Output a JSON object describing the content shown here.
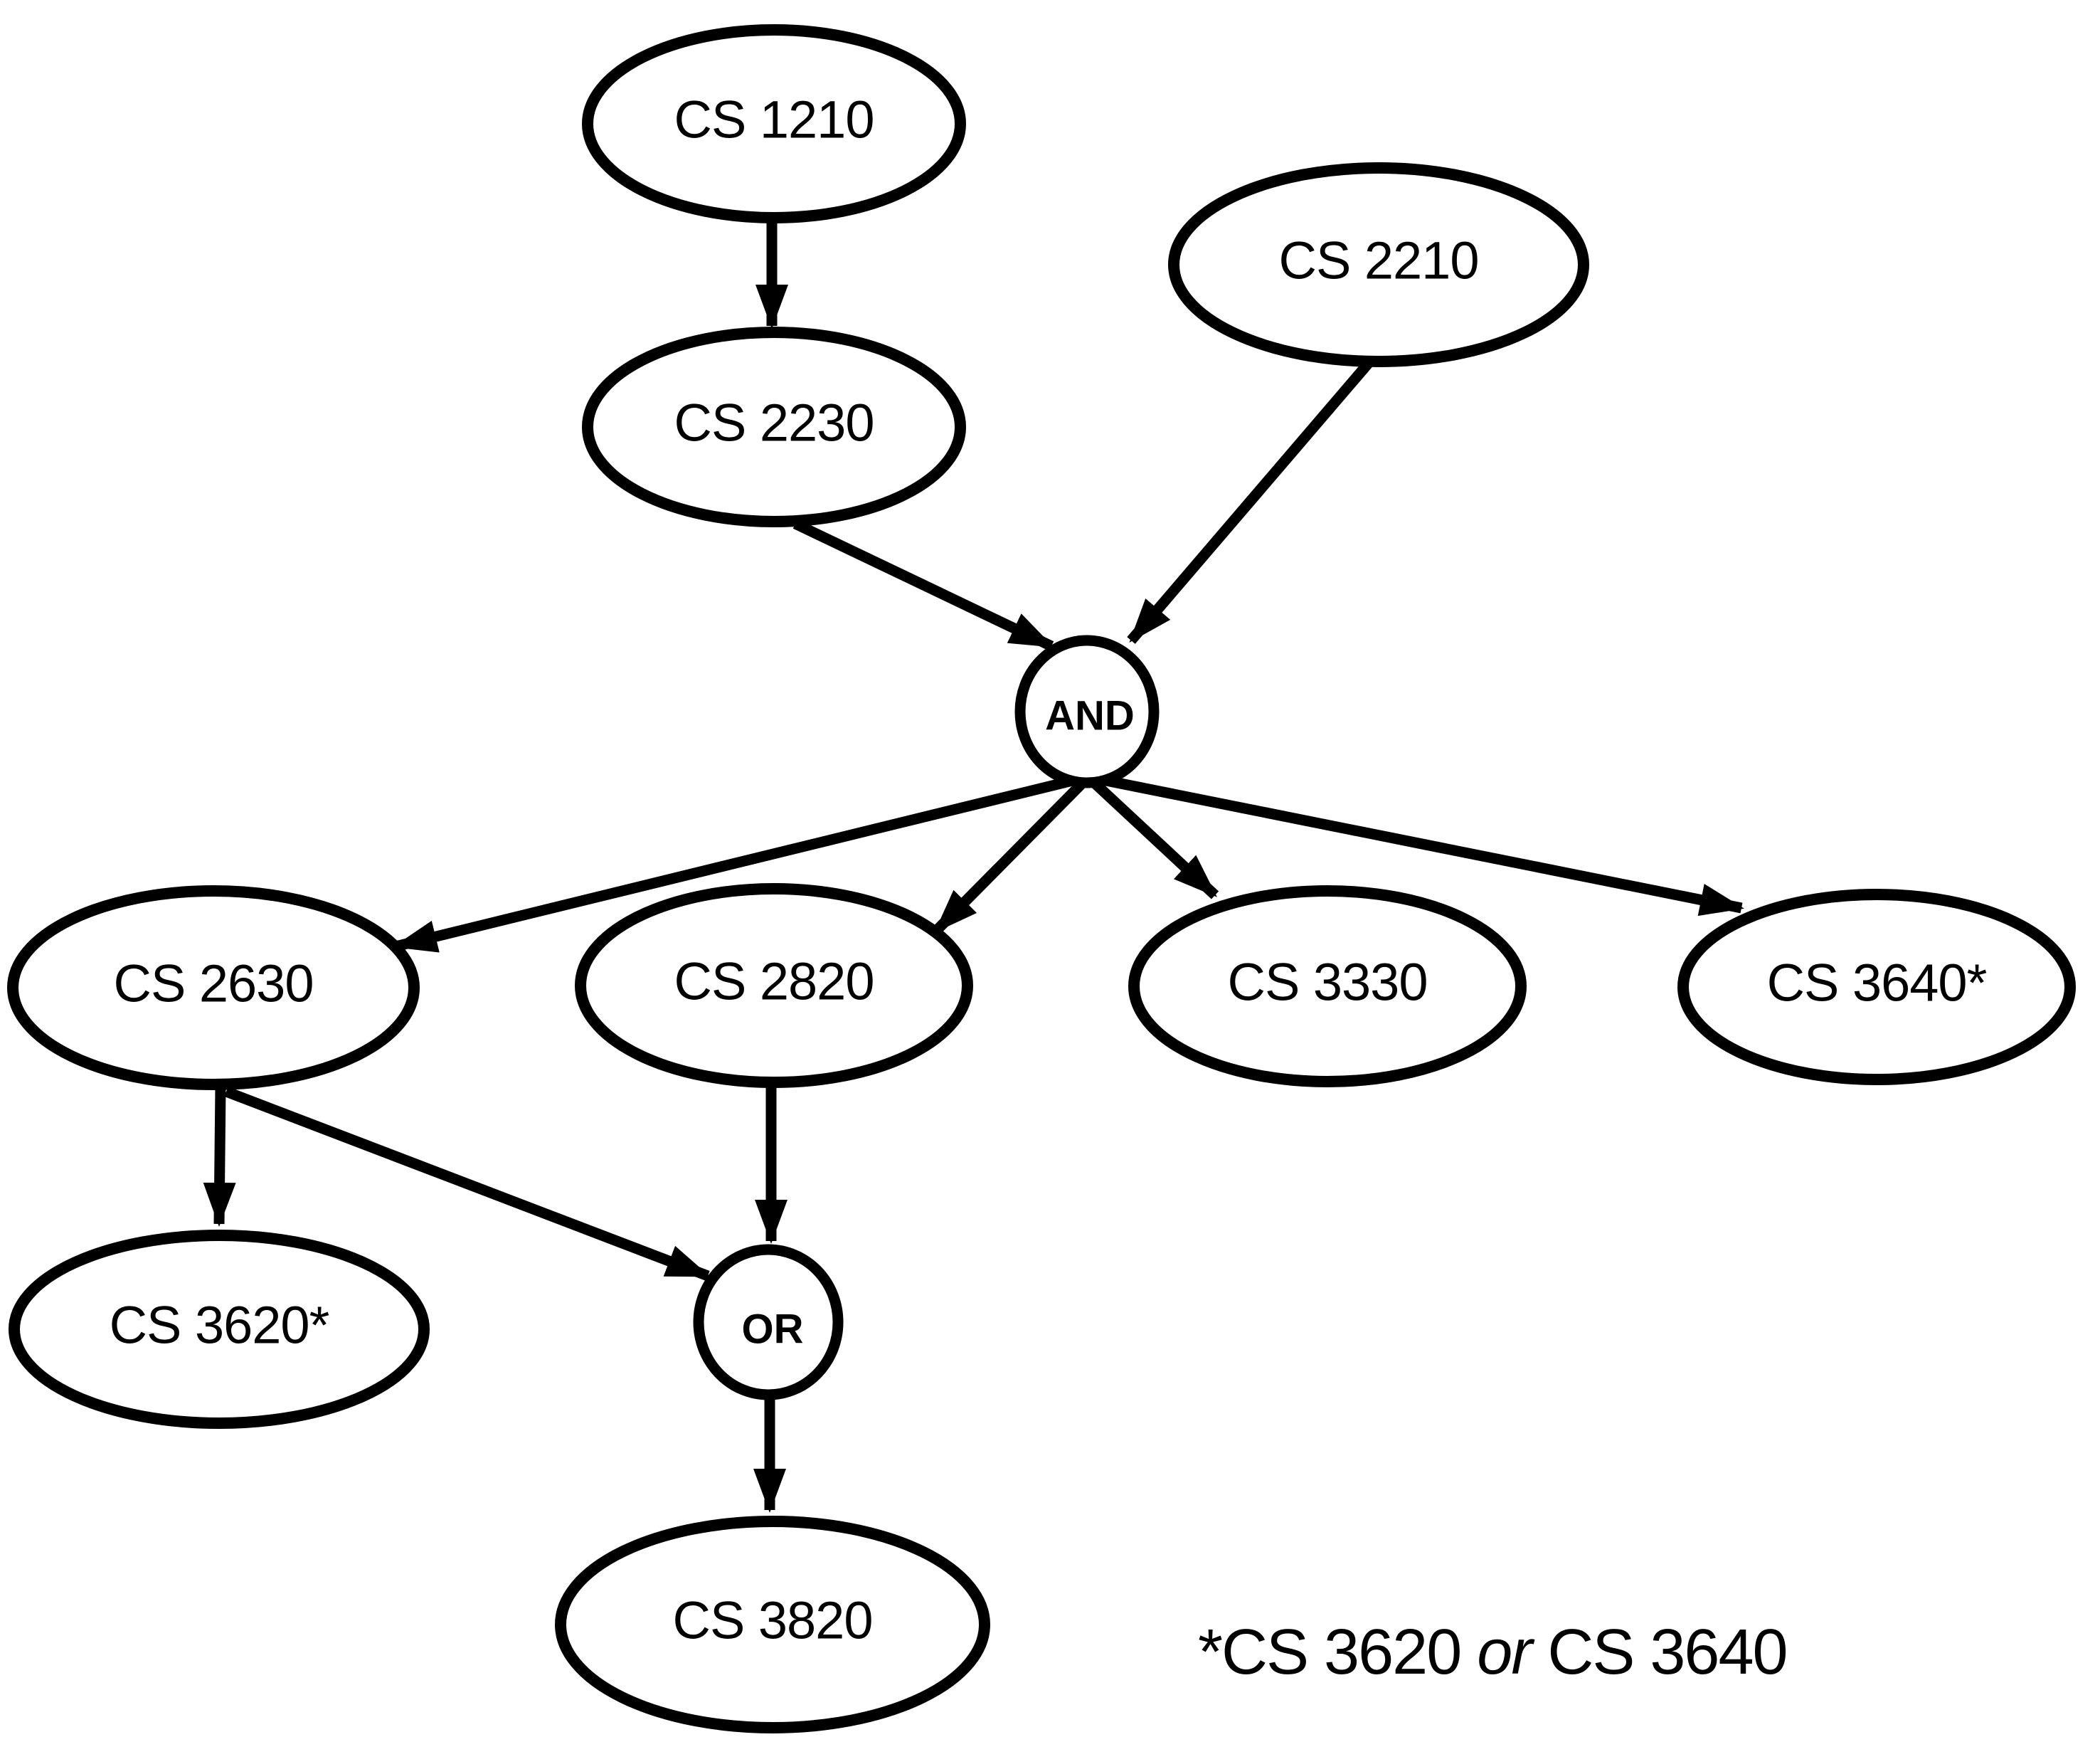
{
  "colors": {
    "ink": "#000000",
    "background": "#ffffff"
  },
  "nodes": {
    "cs1210": {
      "label": "CS 1210"
    },
    "cs2230": {
      "label": "CS 2230"
    },
    "cs2210": {
      "label": "CS 2210"
    },
    "cs2630": {
      "label": "CS 2630"
    },
    "cs2820": {
      "label": "CS 2820"
    },
    "cs3330": {
      "label": "CS 3330"
    },
    "cs3640": {
      "label": "CS 3640*"
    },
    "cs3620": {
      "label": "CS 3620*"
    },
    "cs3820": {
      "label": "CS 3820"
    }
  },
  "gates": {
    "and": {
      "label": "AND"
    },
    "or": {
      "label": "OR"
    }
  },
  "edges": [
    {
      "from": "CS 1210",
      "to": "CS 2230"
    },
    {
      "from": "CS 2230",
      "to": "AND"
    },
    {
      "from": "CS 2210",
      "to": "AND"
    },
    {
      "from": "AND",
      "to": "CS 2630"
    },
    {
      "from": "AND",
      "to": "CS 2820"
    },
    {
      "from": "AND",
      "to": "CS 3330"
    },
    {
      "from": "AND",
      "to": "CS 3640*"
    },
    {
      "from": "CS 2630",
      "to": "CS 3620*"
    },
    {
      "from": "CS 2630",
      "to": "OR"
    },
    {
      "from": "CS 2820",
      "to": "OR"
    },
    {
      "from": "OR",
      "to": "CS 3820"
    }
  ],
  "footnote": {
    "part1": "*CS 3620 ",
    "part2_italic": "or",
    "part3": " CS 3640"
  }
}
